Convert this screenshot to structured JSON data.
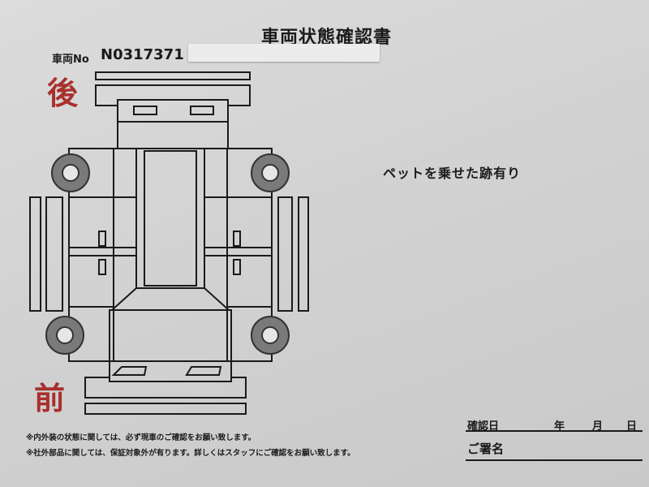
{
  "document": {
    "title": "車両状態確認書",
    "vehicle_no_label": "車両No",
    "vehicle_no": "N0317371",
    "rear_mark": "後",
    "front_mark": "前",
    "note": "ペットを乗せた跡有り",
    "footnotes": [
      "※内外装の状態に関しては、必ず現車のご確認をお願い致します。",
      "※社外部品に関しては、保証対象外が有ります。詳しくはスタッフにご確認をお願い致します。"
    ],
    "confirm_date_label": "確認日",
    "year": "年",
    "month": "月",
    "day": "日",
    "signature_label": "ご署名"
  },
  "colors": {
    "mark": "#a8302c",
    "wheel": "#7a7a7a"
  }
}
